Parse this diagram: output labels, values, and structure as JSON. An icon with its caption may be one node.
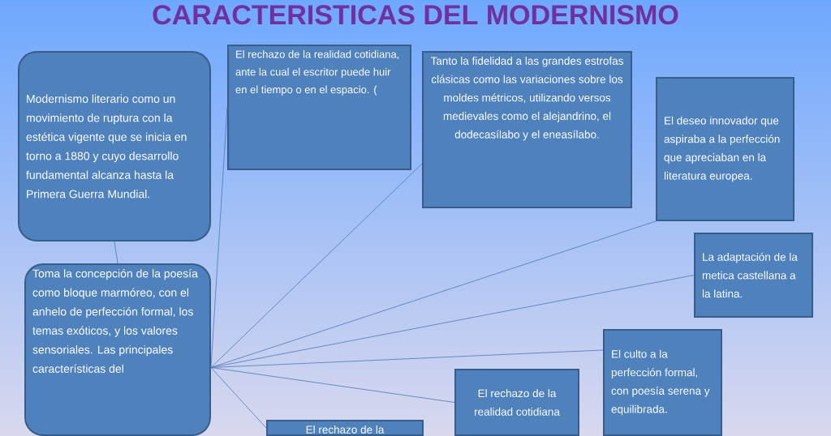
{
  "diagram": {
    "title": "CARACTERISTICAS DEL MODERNISMO",
    "nodes": [
      {
        "text": [
          "Modernismo literario como un movimiento de ruptura con la estética vigente que se inicia en torno a 1880 y cuyo desarrollo fundamental alcanza hasta la Primera Guerra Mundial."
        ]
      },
      {
        "text": [
          "Toma la concepción de la poesía como bloque marmóreo, con el anhelo de perfección formal, los temas exóticos, y los valores sensoriales. Las principales características del"
        ]
      },
      {
        "text": [
          "El rechazo de la realidad cotidiana, ante la cual el escritor puede huir en el tiempo o en el espacio. ("
        ]
      },
      {
        "text": [
          "Tanto la fidelidad a las grandes estrofas clásicas como las variaciones sobre los moldes métricos, utilizando versos medievales como el alejandrino, el dodecasílabo y el eneasílabo."
        ]
      },
      {
        "text": [
          "El deseo innovador que aspiraba a la perfección que apreciaban en la literatura europea."
        ]
      },
      {
        "text": [
          "La adaptación de la metica castellana a la latina."
        ]
      },
      {
        "text": [
          "El culto a la perfección formal, con poesía serena y equilibrada."
        ]
      },
      {
        "text": [
          "El rechazo de la realidad cotidiana"
        ]
      },
      {
        "text": [
          "El rechazo de la"
        ]
      }
    ],
    "edges": [
      {
        "from": 0,
        "to": 1,
        "arrow": "none"
      },
      {
        "from": 1,
        "to": 2,
        "arrow": "none"
      },
      {
        "from": 1,
        "to": 3,
        "arrow": "none"
      },
      {
        "from": 1,
        "to": 4,
        "arrow": "none"
      },
      {
        "from": 1,
        "to": 5,
        "arrow": "none"
      },
      {
        "from": 1,
        "to": 6,
        "arrow": "none"
      },
      {
        "from": 1,
        "to": 7,
        "arrow": "none"
      },
      {
        "from": 1,
        "to": 8,
        "arrow": "none"
      }
    ]
  }
}
